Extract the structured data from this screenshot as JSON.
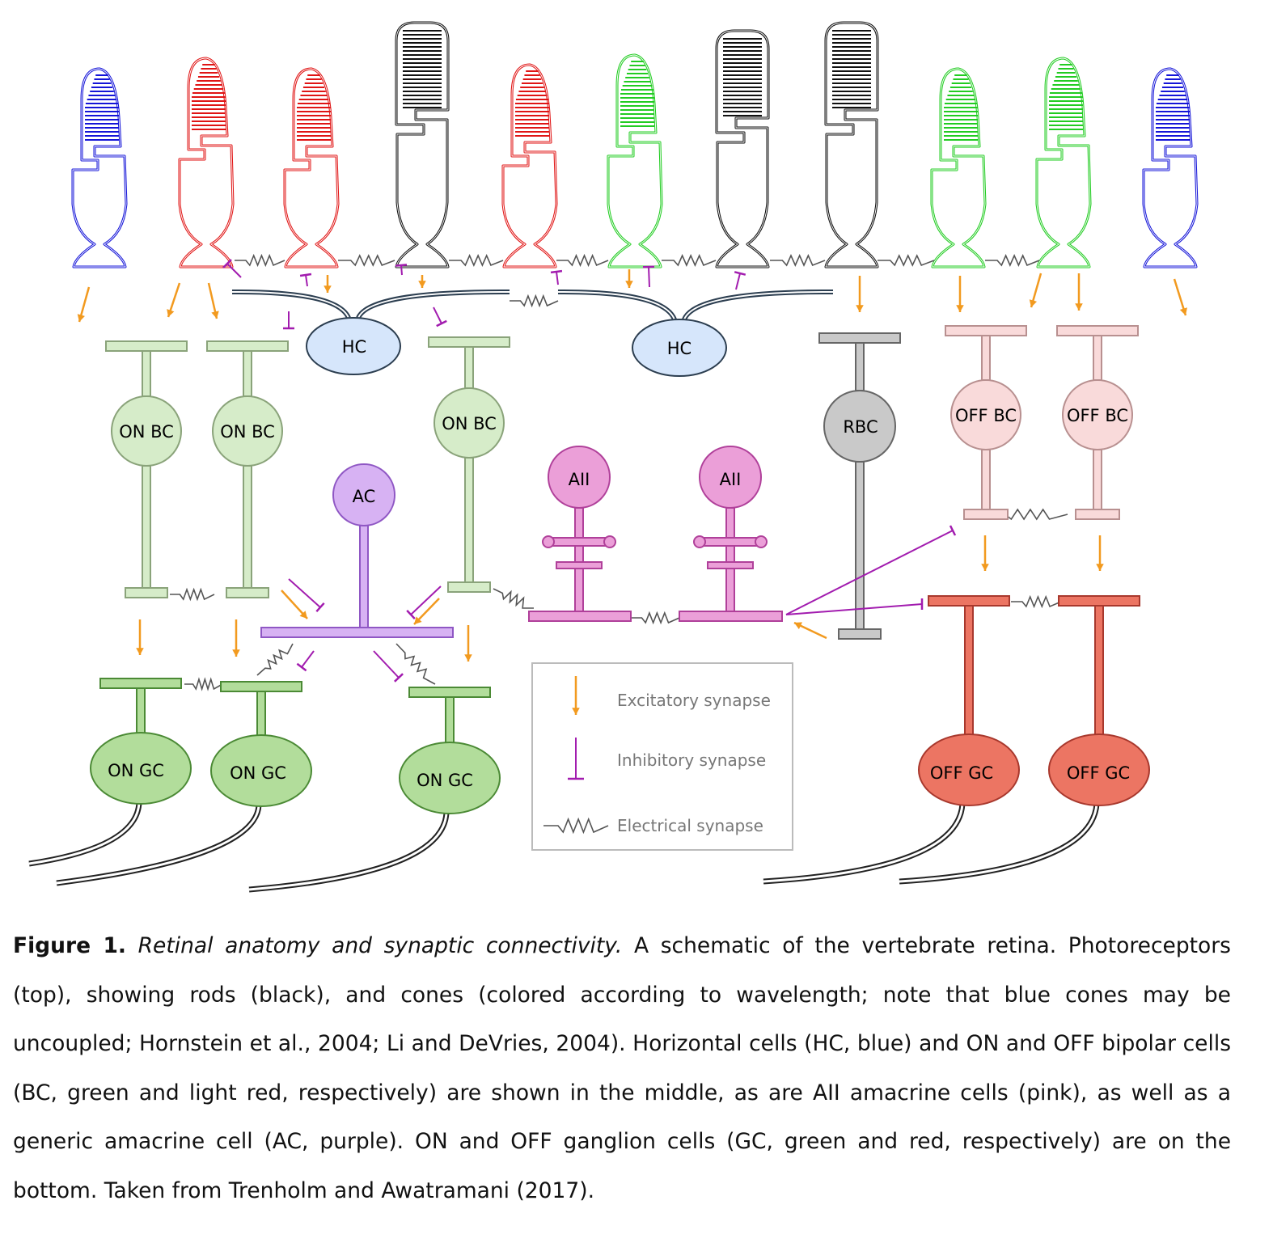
{
  "colors": {
    "blue_cone": "#1515d8",
    "red_cone": "#e01515",
    "green_cone": "#22cc22",
    "rod": "#111111",
    "excitatory": "#f29a1f",
    "inhibitory": "#a21caf",
    "electrical": "#555555",
    "hc_fill": "#d6e6fb",
    "on_bc_fill": "#d6ecc9",
    "on_bc_stroke": "#8aa37a",
    "off_bc_fill": "#f9dada",
    "off_bc_stroke": "#b89090",
    "rbc_fill": "#c9c9c9",
    "rbc_stroke": "#666666",
    "aii_fill": "#eb9fd8",
    "aii_stroke": "#b0409a",
    "ac_fill": "#d7b2f3",
    "ac_stroke": "#8f57c4",
    "on_gc_fill": "#b2dd9b",
    "on_gc_stroke": "#4b8a35",
    "off_gc_fill": "#ec7563",
    "off_gc_stroke": "#a8382d"
  },
  "photoreceptors": [
    {
      "type": "cone",
      "color": "blue"
    },
    {
      "type": "cone",
      "color": "red"
    },
    {
      "type": "cone",
      "color": "red"
    },
    {
      "type": "rod",
      "color": "black"
    },
    {
      "type": "cone",
      "color": "red"
    },
    {
      "type": "cone",
      "color": "green"
    },
    {
      "type": "rod",
      "color": "black"
    },
    {
      "type": "rod",
      "color": "black"
    },
    {
      "type": "cone",
      "color": "green"
    },
    {
      "type": "cone",
      "color": "green"
    },
    {
      "type": "cone",
      "color": "blue"
    }
  ],
  "labels": {
    "hc": "HC",
    "on_bc": "ON BC",
    "off_bc": "OFF BC",
    "rbc": "RBC",
    "aii": "AII",
    "ac": "AC",
    "on_gc": "ON GC",
    "off_gc": "OFF GC"
  },
  "legend": {
    "excitatory": "Excitatory synapse",
    "inhibitory": "Inhibitory synapse",
    "electrical": "Electrical synapse"
  },
  "caption": {
    "figure_label": "Figure 1.",
    "subtitle": "Retinal anatomy and synaptic connectivity.",
    "body": "A schematic of the vertebrate retina. Photoreceptors (top), showing rods (black), and cones (colored according to wavelength; note that blue cones may be uncoupled; Hornstein et al., 2004; Li and DeVries, 2004). Horizontal cells (HC, blue) and ON and OFF bipolar cells (BC, green and light red, respectively) are shown in the middle, as are AII amacrine cells (pink), as well as a generic amacrine cell (AC, purple). ON and OFF ganglion cells (GC, green and red, respectively) are on the bottom. Taken from Trenholm and Awatramani (2017)."
  }
}
